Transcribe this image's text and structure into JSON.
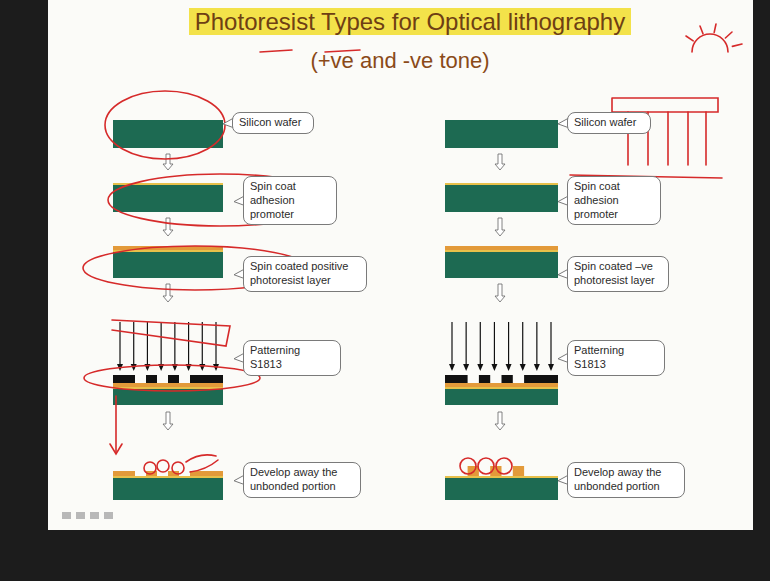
{
  "diagram": {
    "title": "Photoresist Types for Optical lithography",
    "nodes": [
      {
        "text": [
          "Silicon wafer"
        ]
      },
      {
        "text": [
          "Spin coat adhesion promoter"
        ]
      },
      {
        "text": [
          "Spin coated positive photoresist layer"
        ]
      },
      {
        "text": [
          "Patterning S1813"
        ]
      },
      {
        "text": [
          "Develop away the unbonded portion"
        ]
      },
      {
        "text": [
          "Silicon wafer"
        ]
      },
      {
        "text": [
          "Spin coat adhesion promoter"
        ]
      },
      {
        "text": [
          "Spin coated –ve photoresist layer"
        ]
      },
      {
        "text": [
          "Patterning S1813"
        ]
      },
      {
        "text": [
          "Develop away the unbonded portion"
        ]
      }
    ],
    "labels": [
      "(+ve and -ve tone)"
    ]
  }
}
